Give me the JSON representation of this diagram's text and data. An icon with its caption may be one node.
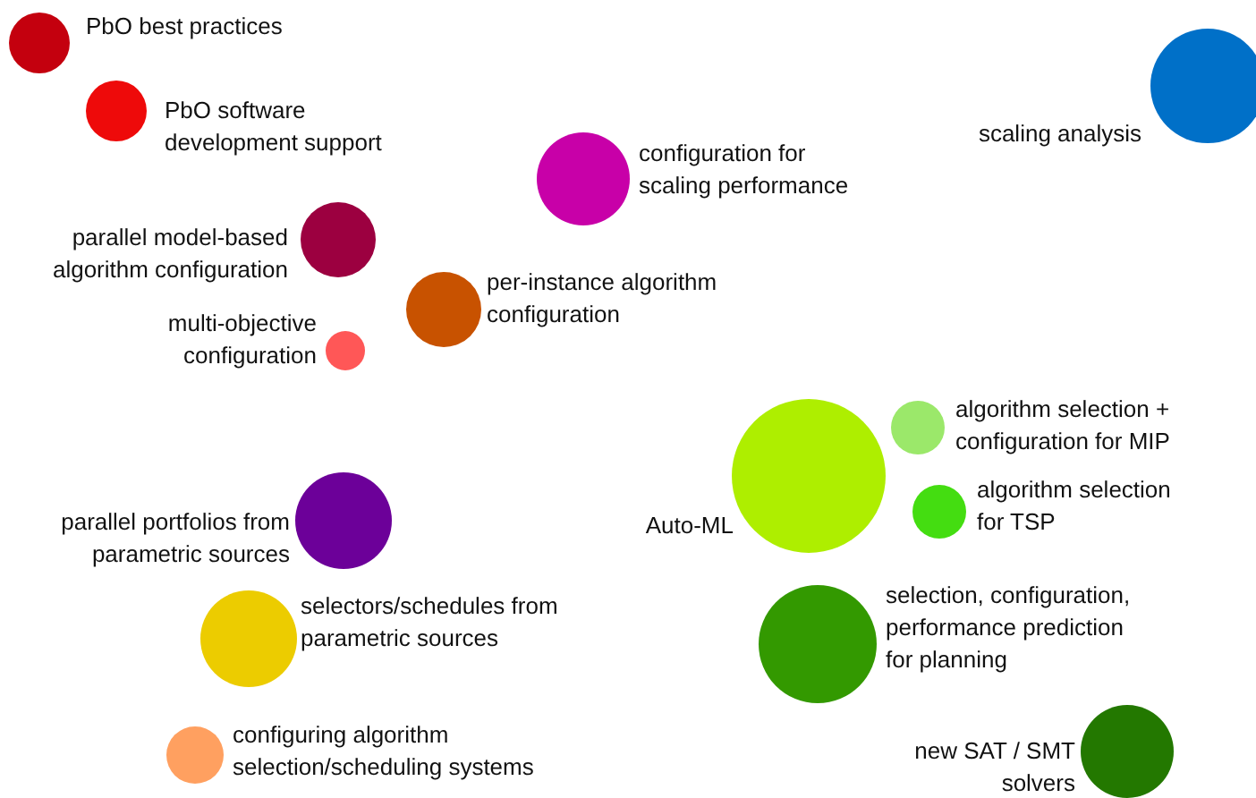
{
  "diagram": {
    "nodes": [
      {
        "text": [
          "PbO best practices"
        ]
      },
      {
        "text": [
          "scaling analysis"
        ]
      },
      {
        "text": [
          "PbO software development support"
        ]
      },
      {
        "text": [
          "configuration for scaling performance"
        ]
      },
      {
        "text": [
          "parallel model-based algorithm configuration"
        ]
      },
      {
        "text": [
          "per-instance algorithm configuration"
        ]
      },
      {
        "text": [
          "multi-objective configuration"
        ]
      },
      {
        "text": [
          "algorithm selection + configuration for MIP"
        ]
      },
      {
        "text": [
          "Auto-ML"
        ]
      },
      {
        "text": [
          "algorithm selection for TSP"
        ]
      },
      {
        "text": [
          "parallel portfolios from parametric sources"
        ]
      },
      {
        "text": [
          "selectors/schedules from parametric sources"
        ]
      },
      {
        "text": [
          "selection, configuration, performance prediction for planning"
        ]
      },
      {
        "text": [
          "configuring algorithm selection/scheduling systems"
        ]
      },
      {
        "text": [
          "new SAT / SMT solvers"
        ]
      }
    ]
  }
}
